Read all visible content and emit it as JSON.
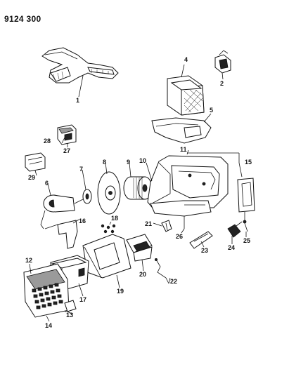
{
  "diagram": {
    "title": "9124 300",
    "callouts": [
      "1",
      "2",
      "4",
      "5",
      "6",
      "7",
      "8",
      "9",
      "10",
      "11",
      "12",
      "13",
      "14",
      "15",
      "16",
      "17",
      "18",
      "19",
      "20",
      "21",
      "22",
      "23",
      "24",
      "25",
      "26",
      "27",
      "28",
      "29"
    ]
  }
}
